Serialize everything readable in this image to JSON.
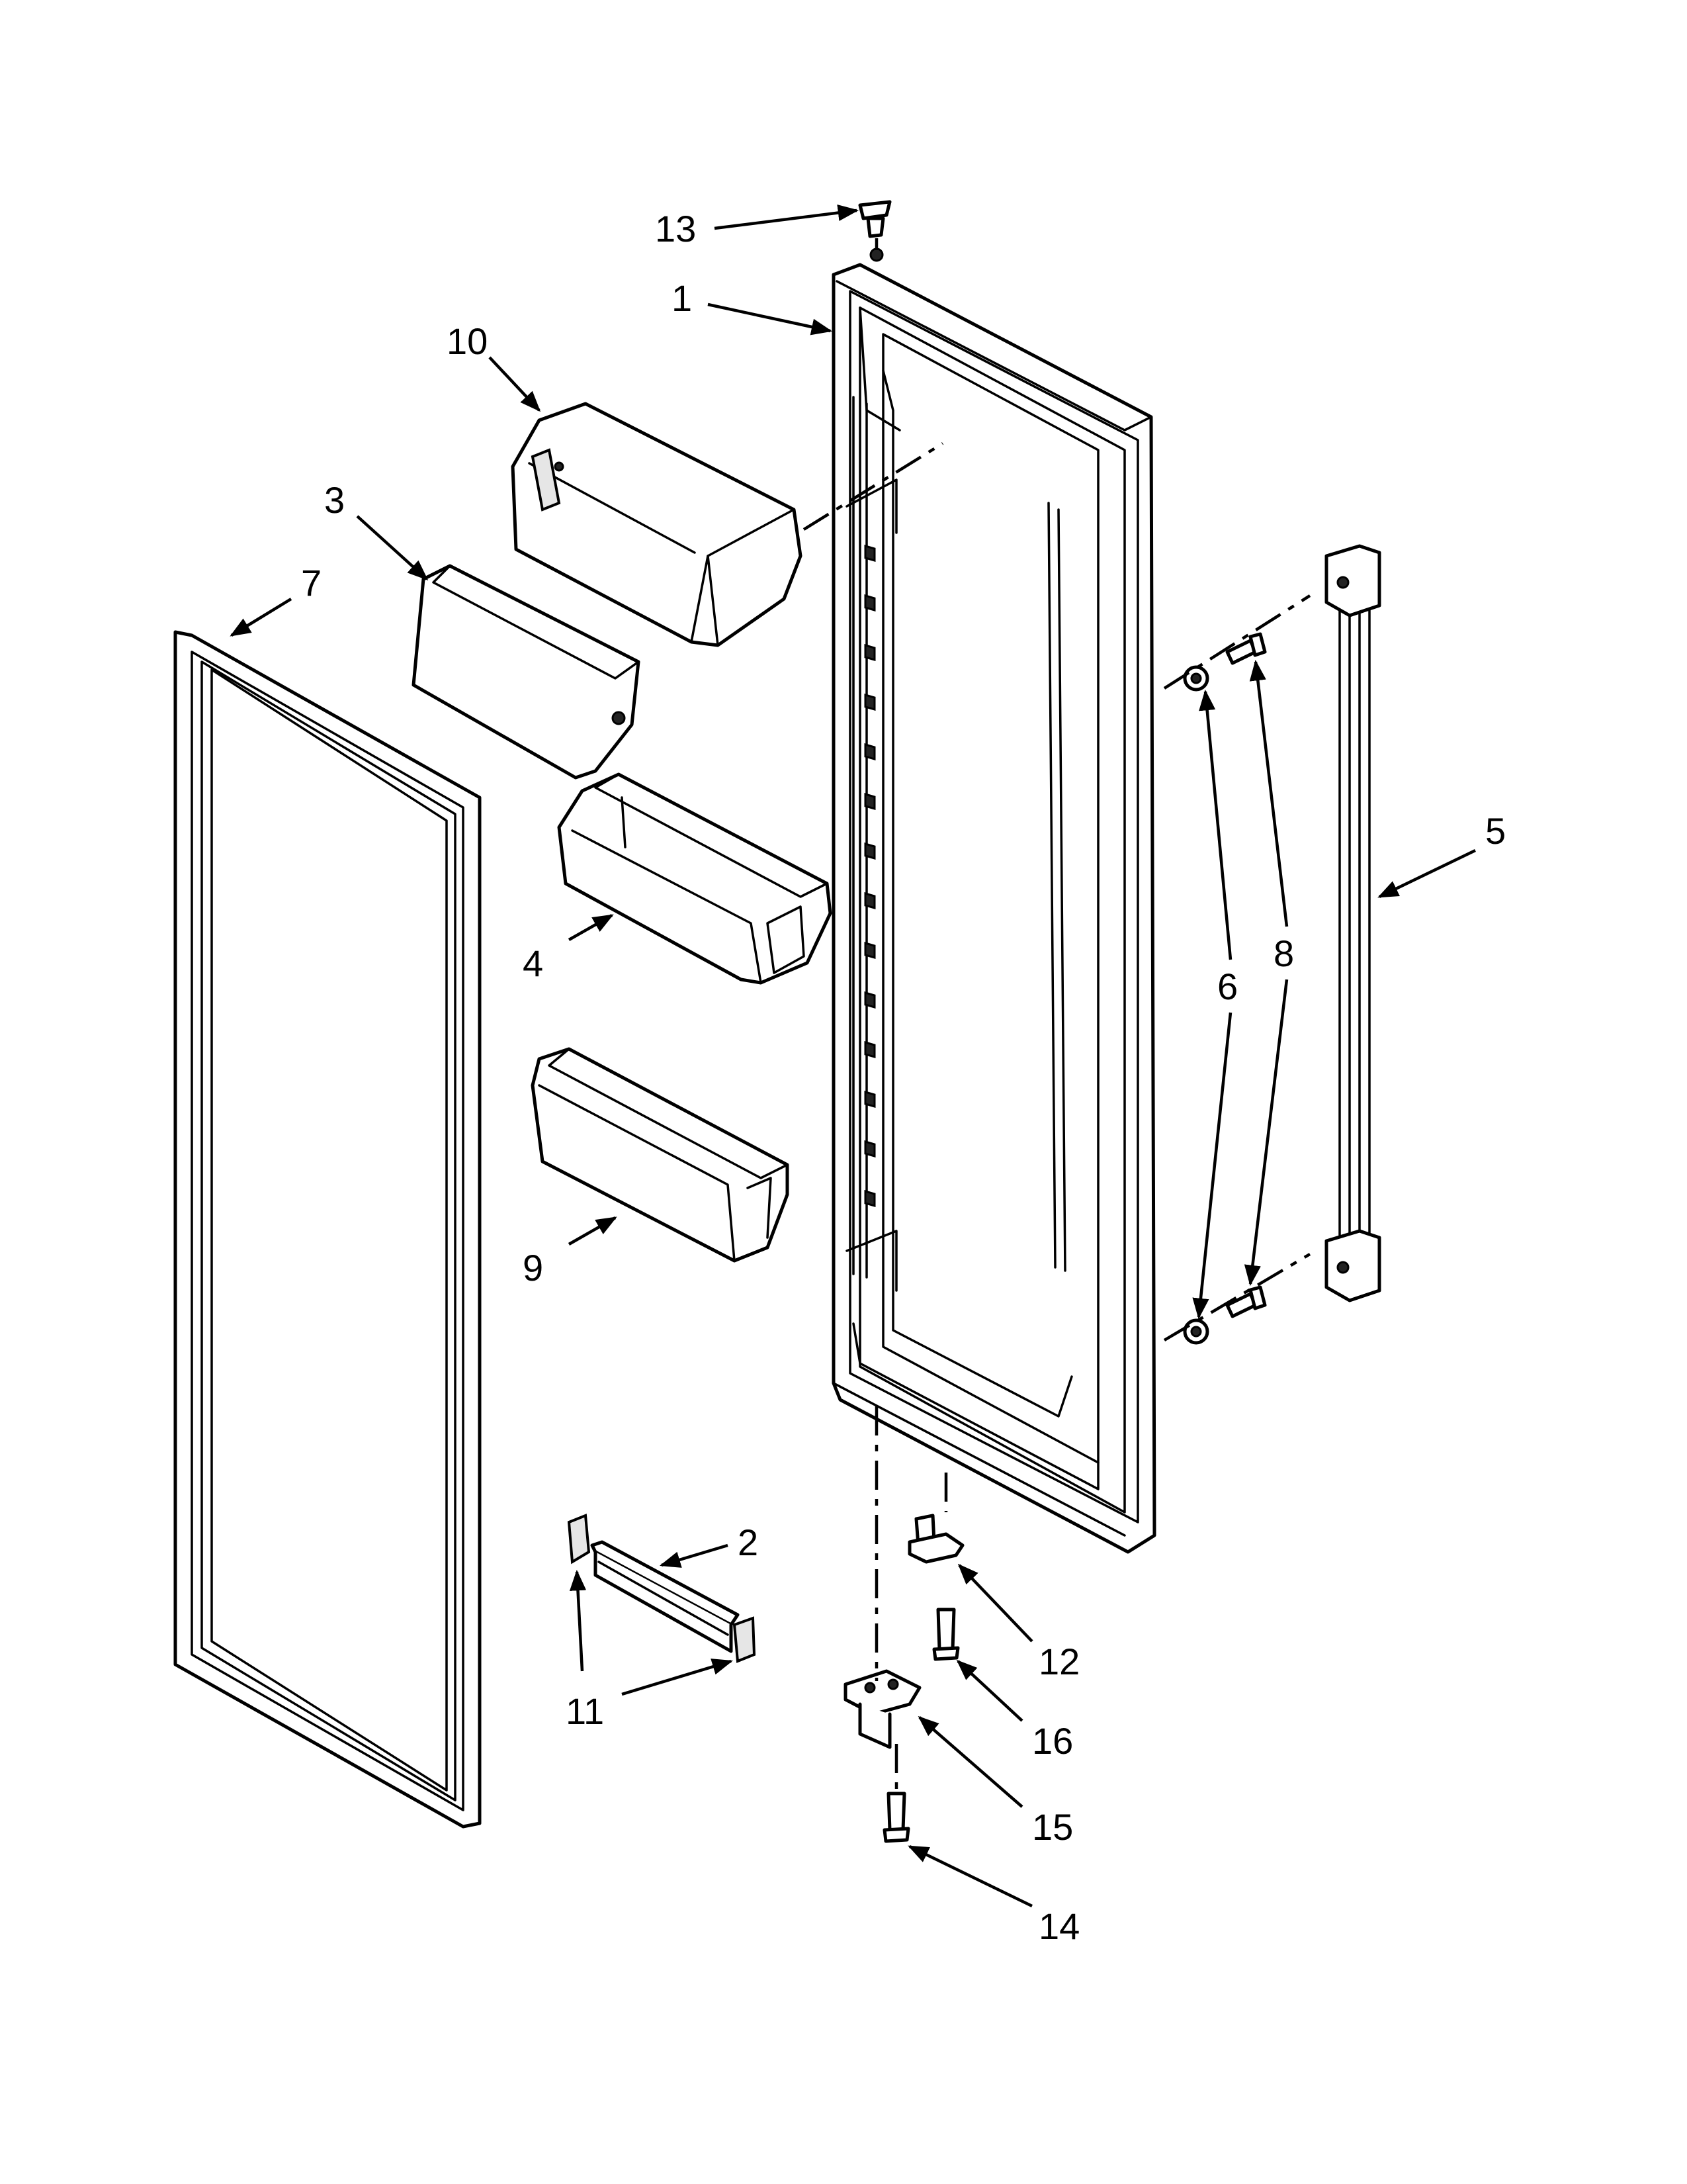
{
  "callouts": [
    {
      "id": "c13",
      "text": "13"
    },
    {
      "id": "c1",
      "text": "1"
    },
    {
      "id": "c10",
      "text": "10"
    },
    {
      "id": "c3",
      "text": "3"
    },
    {
      "id": "c7",
      "text": "7"
    },
    {
      "id": "c5",
      "text": "5"
    },
    {
      "id": "c8",
      "text": "8"
    },
    {
      "id": "c6",
      "text": "6"
    },
    {
      "id": "c4",
      "text": "4"
    },
    {
      "id": "c9",
      "text": "9"
    },
    {
      "id": "c2",
      "text": "2"
    },
    {
      "id": "c11",
      "text": "11"
    },
    {
      "id": "c12",
      "text": "12"
    },
    {
      "id": "c16",
      "text": "16"
    },
    {
      "id": "c15",
      "text": "15"
    },
    {
      "id": "c14",
      "text": "14"
    }
  ],
  "colors": {
    "line": "#000000",
    "background": "#ffffff",
    "shade": "#e6e6e6"
  }
}
